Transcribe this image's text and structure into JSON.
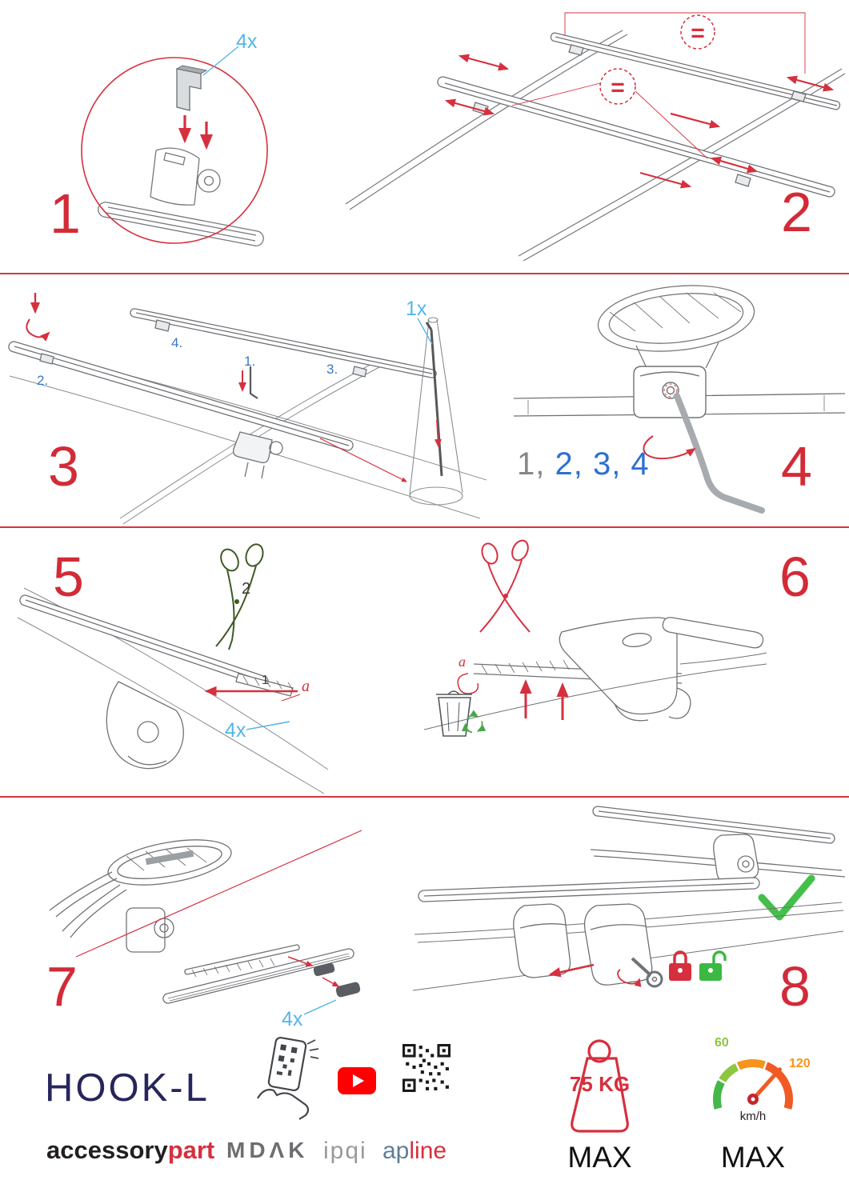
{
  "colors": {
    "step_red": "#d22b38",
    "qty_blue": "#54b6e8",
    "order_blue": "#3a76c9",
    "seq_gray": "#85878a",
    "seq_blue": "#2e6fd2",
    "check_green": "#44c04a",
    "lock_red": "#d6303e",
    "lock_green": "#3cb943",
    "brand_navy": "#26265c",
    "brand_red": "#d6303e",
    "partner_gray": "#6d6e71",
    "youtube_red": "#ff0000",
    "speed_green": "#8dc63f",
    "speed_orange": "#f7941d"
  },
  "step1": {
    "number": "1",
    "qty": "4x"
  },
  "step2": {
    "number": "2",
    "equal_top": "=",
    "equal_mid": "="
  },
  "step3": {
    "number": "3",
    "order1": "1.",
    "order2": "2.",
    "order3": "3.",
    "order4": "4.",
    "qty": "1x"
  },
  "step4": {
    "number": "4",
    "seq_done": "1,",
    "seq_next": "2, 3, 4"
  },
  "step5": {
    "number": "5",
    "cut_step": "2",
    "insert_step": "1",
    "dim": "a",
    "qty": "4x"
  },
  "step6": {
    "number": "6",
    "dim": "a"
  },
  "step7": {
    "number": "7",
    "qty": "4x"
  },
  "step8": {
    "number": "8"
  },
  "footer": {
    "product": "HOOK-L",
    "brand_black": "accessory",
    "brand_red": "part",
    "logo_mdak": "MDΛK",
    "logo_ipqi": "ipqi",
    "logo_ap": "ap",
    "logo_line": "line",
    "weight_value": "75 KG",
    "weight_max": "MAX",
    "speed_low": "60",
    "speed_high": "120",
    "speed_unit": "km/h",
    "speed_max": "MAX"
  }
}
